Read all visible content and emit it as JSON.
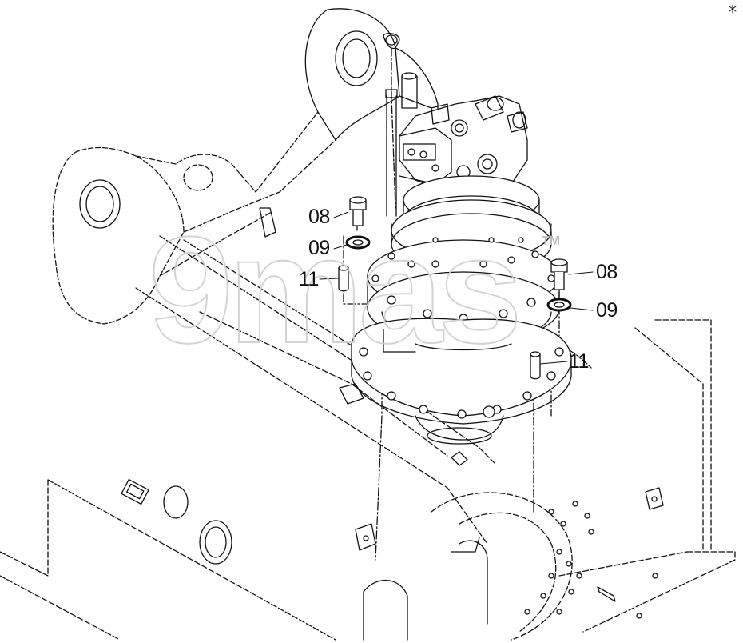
{
  "callouts": [
    {
      "id": "c08a",
      "label": "08"
    },
    {
      "id": "c09a",
      "label": "09"
    },
    {
      "id": "c11a",
      "label": "11"
    },
    {
      "id": "c08b",
      "label": "08"
    },
    {
      "id": "c09b",
      "label": "09"
    },
    {
      "id": "c11b",
      "label": "11"
    }
  ],
  "watermark": {
    "text": "9mas",
    "tm": "TM"
  },
  "corner_mark": {
    "icon": "snowflake-icon"
  },
  "colors": {
    "line": "#111111",
    "watermark": "#cfcfcf"
  }
}
